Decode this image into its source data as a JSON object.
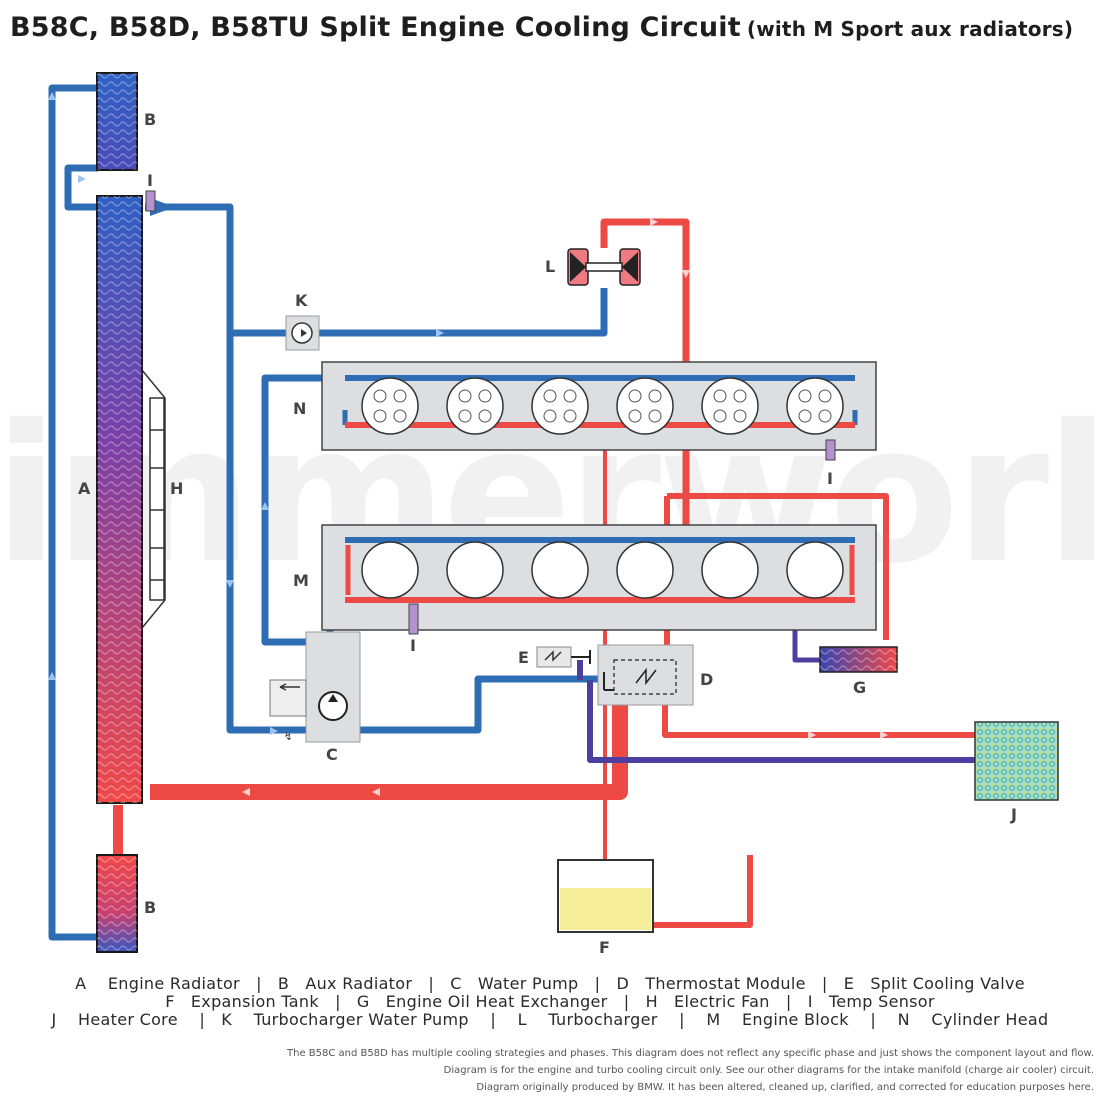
{
  "title": {
    "main": "B58C, B58D, B58TU Split Engine Cooling Circuit",
    "sub": "(with M Sport aux radiators)"
  },
  "watermark": "bimmerworld",
  "labels": {
    "A": "A",
    "B_top": "B",
    "B_bottom": "B",
    "C": "C",
    "D": "D",
    "E": "E",
    "F": "F",
    "G": "G",
    "H": "H",
    "I_radiator": "I",
    "I_head": "I",
    "I_block": "I",
    "J": "J",
    "K": "K",
    "L": "L",
    "M": "M",
    "N": "N"
  },
  "legend": {
    "line1": "A    Engine Radiator   |   B   Aux Radiator   |   C   Water Pump   |   D   Thermostat Module   |   E   Split Cooling Valve",
    "line2": "F   Expansion Tank   |   G   Engine Oil Heat Exchanger   |   H   Electric Fan   |   I   Temp Sensor",
    "line3": "J    Heater Core    |   K    Turbocharger Water Pump    |    L    Turbocharger    |    M    Engine Block    |    N    Cylinder Head"
  },
  "footnotes": {
    "line1": "The B58C and B58D has multiple cooling strategies and phases. This diagram does not reflect any specific phase and just shows the component layout and flow.",
    "line2": "Diagram is for the engine and turbo cooling circuit only. See our other diagrams for the intake manifold (charge air cooler) circuit.",
    "line3": "Diagram originally produced by BMW. It has been altered, cleaned up, clarified, and corrected for education purposes here."
  },
  "colors": {
    "cold": "#2e6db4",
    "hot": "#ee4a45",
    "mixed": "#4d3fa0",
    "panel": "#dcdee2",
    "coolant": "#f6ee9a"
  }
}
